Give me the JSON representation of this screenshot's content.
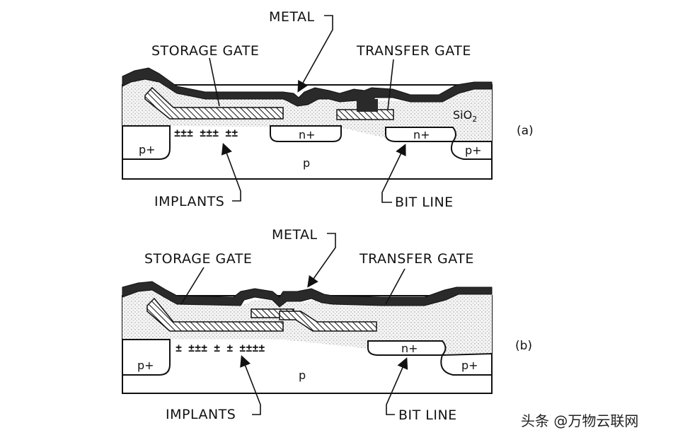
{
  "diagram_a": {
    "metal": "METAL",
    "storage_gate": "STORAGE GATE",
    "transfer_gate": "TRANSFER GATE",
    "sio2": "SiO",
    "sio2_sub": "2",
    "n_plus_1": "n+",
    "n_plus_2": "n+",
    "p_plus_left": "p+",
    "p_plus_right": "p+",
    "p": "p",
    "implants_marks": "±±± ±±± ±±",
    "implants": "IMPLANTS",
    "bit_line": "BIT LINE",
    "caption": "(a)"
  },
  "diagram_b": {
    "metal": "METAL",
    "storage_gate": "STORAGE GATE",
    "transfer_gate": "TRANSFER GATE",
    "n_plus": "n+",
    "p_plus_left": "p+",
    "p_plus_right": "p+",
    "p": "p",
    "implants_marks": "± ±±± ± ± ±±±±",
    "implants": "IMPLANTS",
    "bit_line": "BIT LINE",
    "caption": "(b)"
  },
  "watermark": "头条 @万物云联网",
  "colors": {
    "ink": "#111111",
    "metal": "#2a2a2a",
    "oxide": "#e6e6e6",
    "background": "#ffffff"
  }
}
